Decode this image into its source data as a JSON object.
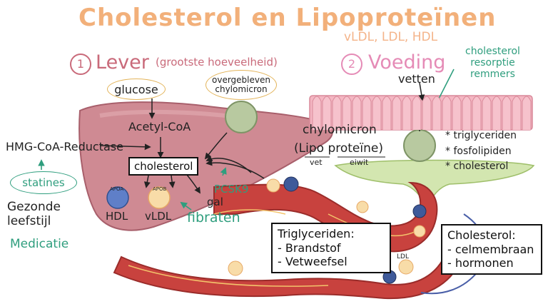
{
  "title": "Cholesterol en Lipoproteïnen",
  "subtitle": "vLDL, LDL, HDL",
  "section_liver": {
    "number": "1",
    "heading": "Lever",
    "note": "(grootste hoeveelheid)"
  },
  "section_food": {
    "number": "2",
    "heading": "Voeding",
    "callout": "cholesterol resorptie remmers",
    "callout_lines": [
      "cholesterol",
      "resorptie",
      "remmers"
    ],
    "fats": "vetten"
  },
  "liver": {
    "glucose": "glucose",
    "acetyl_coa": "Acetyl-CoA",
    "hmg": "HMG-CoA-Reductase",
    "cholesterol": "cholesterol",
    "statins": "statines",
    "lifestyle_lines": [
      "Gezonde",
      "leefstijl"
    ],
    "medication": "Medicatie",
    "hdl": "HDL",
    "vldl": "vLDL",
    "apoa": "APOA",
    "apob": "APOB",
    "fibrates": "fibraten",
    "pcsk9": "PCSK9",
    "bile": "gal",
    "leftover_chylomicron_lines": [
      "overgebleven",
      "chylomicron"
    ]
  },
  "chylomicron": {
    "name": "chylomicron",
    "lipo": "Lipo",
    "proteine": "proteïne",
    "open": "(",
    "close": ")",
    "vet": "vet",
    "eiwit": "eiwit",
    "contents": [
      "triglyceriden",
      "fosfolipiden",
      "cholesterol"
    ]
  },
  "triglycerides_box": {
    "title": "Triglyceriden:",
    "items": [
      "- Brandstof",
      "- Vetweefsel"
    ]
  },
  "cholesterol_box": {
    "title": "Cholesterol:",
    "items": [
      "- celmembraan",
      "- hormonen"
    ]
  },
  "ldl": "LDL",
  "colors": {
    "title": "#f2b07a",
    "liver_heading": "#c96a7a",
    "food_heading": "#e58bb6",
    "accent_green": "#2f9e7e",
    "liver": "#c9808a",
    "vessel": "#c8423e",
    "intestine": "#f4b6c2"
  }
}
